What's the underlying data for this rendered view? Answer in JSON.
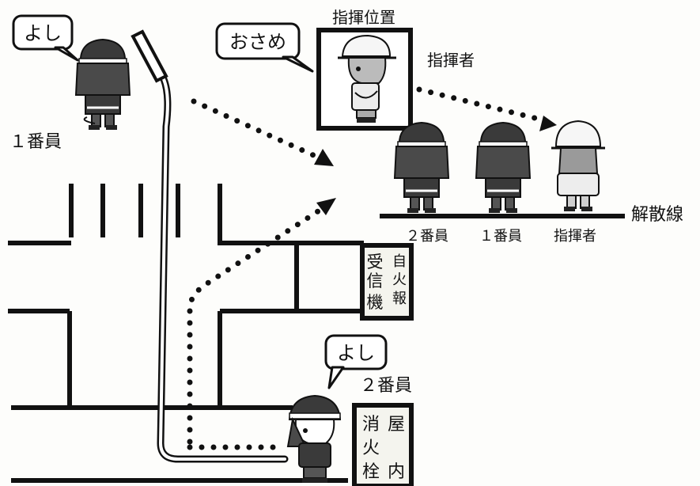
{
  "bubbles": {
    "yoshi_1": "よし",
    "osame": "おさめ",
    "yoshi_2": "よし"
  },
  "labels": {
    "command_position": "指揮位置",
    "commander_top": "指揮者",
    "member_1": "１番員",
    "member_2": "２番員",
    "dismissal_line": "解散線",
    "line_member_2": "２番員",
    "line_member_1": "１番員",
    "line_commander": "指揮者"
  },
  "boxes": {
    "fire_alarm": {
      "col1": [
        "受",
        "信",
        "機"
      ],
      "col2": [
        "自",
        "火",
        "報"
      ]
    },
    "indoor_hydrant": {
      "col1": [
        "消",
        "火",
        "栓"
      ],
      "col2": [
        "屋",
        "",
        "内"
      ]
    }
  },
  "icons": {
    "helmet_firefighter": "firefighter-helmet-icon",
    "commander": "commander-icon"
  },
  "colors": {
    "ink": "#111111",
    "suit": "#3a3a3a",
    "box_fill": "#f4f4ee"
  }
}
